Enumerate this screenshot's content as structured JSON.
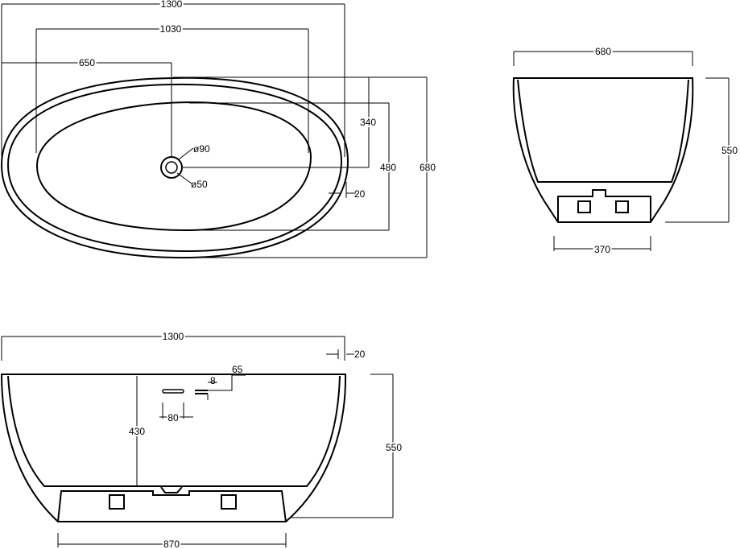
{
  "top_view": {
    "overall_length": "1300",
    "inner_length": "1030",
    "drain_offset": "650",
    "depth_340": "340",
    "depth_480": "480",
    "overall_width": "680",
    "rim_thickness": "20",
    "drain_outer_dia": "ø90",
    "drain_inner_dia": "ø50"
  },
  "side_view": {
    "width": "680",
    "height": "550",
    "base_width": "370"
  },
  "front_view": {
    "overall_length": "1300",
    "rim_thickness": "20",
    "overflow_offset": "65",
    "overflow_height": "8",
    "drain_width": "80",
    "inner_depth": "430",
    "height": "550",
    "base_length": "870"
  }
}
